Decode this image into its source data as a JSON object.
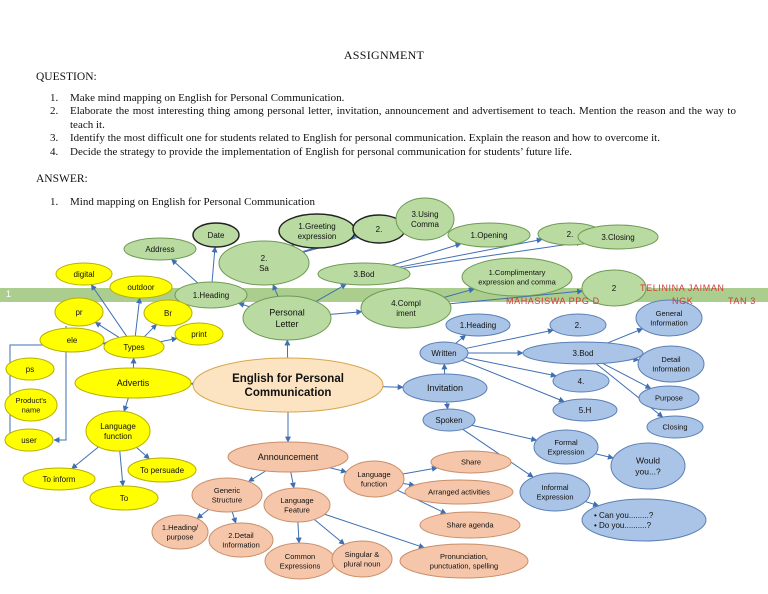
{
  "heading": "ASSIGNMENT",
  "question_label": "QUESTION:",
  "questions": [
    {
      "num": "1.",
      "text": "Make mind mapping on English for Personal Communication."
    },
    {
      "num": "2.",
      "text": "Elaborate the most interesting thing among personal letter, invitation, announcement and advertisement to teach. Mention the reason and the way to teach it."
    },
    {
      "num": "3.",
      "text": "Identify the most difficult one for students related to English for personal communication. Explain the reason and how to overcome it."
    },
    {
      "num": "4.",
      "text": "Decide the strategy to provide the implementation of English for personal communication for students’ future life."
    }
  ],
  "answer_label": "ANSWER:",
  "answers": [
    {
      "num": "1.",
      "text": "Mind mapping on English for Personal Communication"
    }
  ],
  "page_number": "1",
  "watermark": {
    "line1": "TELININA JAIMAN",
    "line2": "MAHASISWA PPG D",
    "line3": "NGK",
    "line4": "TAN 3"
  },
  "colors": {
    "green": "#b9dba2",
    "blue": "#a9c4e6",
    "yellow": "#ffff00",
    "salmon": "#f6c6aa",
    "peach": "#fce4c2",
    "arrow": "#3f6fb3",
    "band": "#9cc47a"
  },
  "mindmap": {
    "center": {
      "text": [
        "English for Personal",
        "Communication"
      ]
    },
    "letter": {
      "hub": {
        "text": [
          "Personal",
          "Letter"
        ]
      },
      "heading": {
        "text": [
          "1.Heading"
        ]
      },
      "address": {
        "text": [
          "Address"
        ]
      },
      "date": {
        "text": [
          "Date"
        ]
      },
      "sa": {
        "text": [
          "2.",
          "Sa"
        ]
      },
      "greeting": {
        "text": [
          "1.Greeting",
          "expression"
        ]
      },
      "greeting2": {
        "text": [
          "2."
        ]
      },
      "using_comma": {
        "text": [
          "3.Using",
          "Comma"
        ]
      },
      "bod": {
        "text": [
          "3.Bod"
        ]
      },
      "opening": {
        "text": [
          "1.Opening"
        ]
      },
      "body2": {
        "text": [
          "2."
        ]
      },
      "closing": {
        "text": [
          "3.Closing"
        ]
      },
      "compliment": {
        "text": [
          "4.Compl",
          "iment"
        ]
      },
      "complimentary": {
        "text": [
          "1.Complimentary",
          "expression and comma"
        ]
      },
      "compl2": {
        "text": [
          "2"
        ]
      }
    },
    "advert": {
      "hub": {
        "text": [
          "Advertis"
        ]
      },
      "types": {
        "text": [
          "Types"
        ]
      },
      "digital": {
        "text": [
          "digital"
        ]
      },
      "outdoor": {
        "text": [
          "outdoor"
        ]
      },
      "pr": {
        "text": [
          "pr"
        ]
      },
      "br": {
        "text": [
          "Br"
        ]
      },
      "print": {
        "text": [
          "print"
        ]
      },
      "ele": {
        "text": [
          "ele"
        ]
      },
      "ps": {
        "text": [
          "ps"
        ]
      },
      "product_name": {
        "text": [
          "Product's",
          "name"
        ]
      },
      "user": {
        "text": [
          "user"
        ]
      },
      "language": {
        "text": [
          "Language",
          "function"
        ]
      },
      "inform": {
        "text": [
          "To inform"
        ]
      },
      "persuade": {
        "text": [
          "To persuade"
        ]
      },
      "to": {
        "text": [
          "To"
        ]
      }
    },
    "invitation": {
      "hub": {
        "text": [
          "Invitation"
        ]
      },
      "written": {
        "text": [
          "Written"
        ]
      },
      "spoken": {
        "text": [
          "Spoken"
        ]
      },
      "heading": {
        "text": [
          "1.Heading"
        ]
      },
      "two": {
        "text": [
          "2."
        ]
      },
      "bod": {
        "text": [
          "3.Bod"
        ]
      },
      "four": {
        "text": [
          "4."
        ]
      },
      "five": {
        "text": [
          "5.H"
        ]
      },
      "general": {
        "text": [
          "General",
          "Information"
        ]
      },
      "detail": {
        "text": [
          "Detail",
          "Information"
        ]
      },
      "purpose": {
        "text": [
          "Purpose"
        ]
      },
      "closing": {
        "text": [
          "Closing"
        ]
      },
      "formal": {
        "text": [
          "Formal",
          "Expression"
        ]
      },
      "would": {
        "text": [
          "Would",
          "you...?"
        ]
      },
      "informal": {
        "text": [
          "Informal",
          "Expression"
        ]
      },
      "can_you": {
        "text": [
          "• Can you.........?",
          "• Do you..........?"
        ]
      }
    },
    "announce": {
      "hub": {
        "text": [
          "Announcement"
        ]
      },
      "generic": {
        "text": [
          "Generic",
          "Structure"
        ]
      },
      "lang_feature": {
        "text": [
          "Language",
          "Feature"
        ]
      },
      "lang_function": {
        "text": [
          "Language",
          "function"
        ]
      },
      "heading_purpose": {
        "text": [
          "1.Heading/",
          "purpose"
        ]
      },
      "detail": {
        "text": [
          "2.Detail",
          "Information"
        ]
      },
      "common": {
        "text": [
          "Common",
          "Expressions"
        ]
      },
      "singular": {
        "text": [
          "Singular &",
          "plural noun"
        ]
      },
      "pronunciation": {
        "text": [
          "Pronunciation,",
          "punctuation, spelling"
        ]
      },
      "share": {
        "text": [
          "Share"
        ]
      },
      "arranged": {
        "text": [
          "Arranged activities"
        ]
      },
      "agenda": {
        "text": [
          "Share agenda"
        ]
      }
    }
  }
}
